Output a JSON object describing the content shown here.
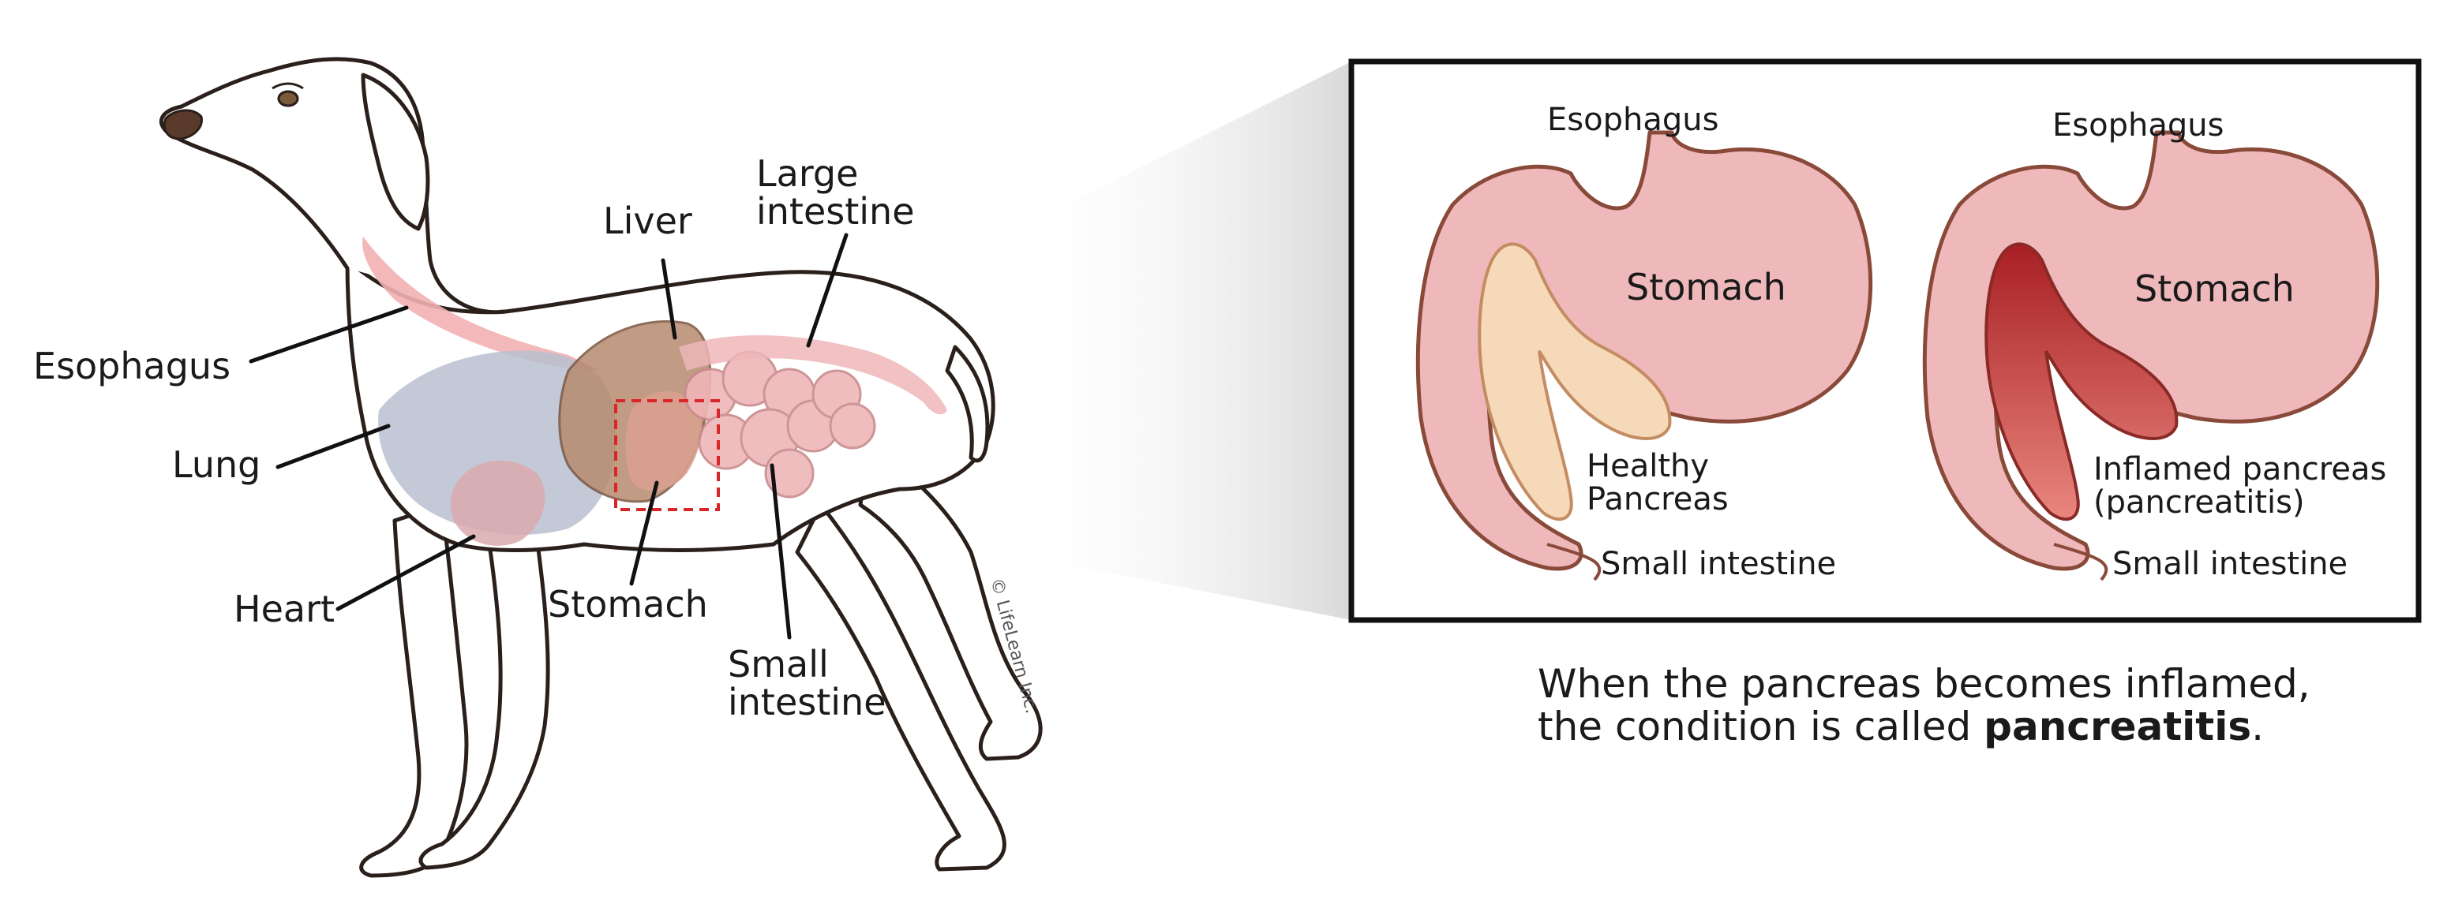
{
  "left_labels": {
    "esophagus": "Esophagus",
    "lung": "Lung",
    "heart": "Heart",
    "liver": "Liver",
    "stomach": "Stomach",
    "large_intestine_1": "Large",
    "large_intestine_2": "intestine",
    "small_intestine_1": "Small",
    "small_intestine_2": "intestine"
  },
  "copyright": "© LifeLearn Inc.",
  "healthy_panel": {
    "esophagus": "Esophagus",
    "stomach": "Stomach",
    "pancreas_1": "Healthy",
    "pancreas_2": "Pancreas",
    "small_intestine": "Small intestine"
  },
  "inflamed_panel": {
    "esophagus": "Esophagus",
    "stomach": "Stomach",
    "pancreas_1": "Inflamed pancreas",
    "pancreas_2": "(pancreatitis)",
    "small_intestine": "Small intestine"
  },
  "caption": {
    "line1": "When the pancreas becomes inflamed,",
    "line2_prefix": "the condition is called ",
    "line2_bold": "pancreatitis",
    "line2_suffix": "."
  },
  "colors": {
    "stomach": "#efb9bc",
    "stomach_outline": "#8a4a3a",
    "healthy_pancreas": "#f6d9b8",
    "inflamed_pancreas": "#b8312f",
    "liver": "#b78a6e",
    "lung": "#b9c0d0",
    "intestine": "#efb6b8",
    "highlight_box": "#d9262b"
  }
}
